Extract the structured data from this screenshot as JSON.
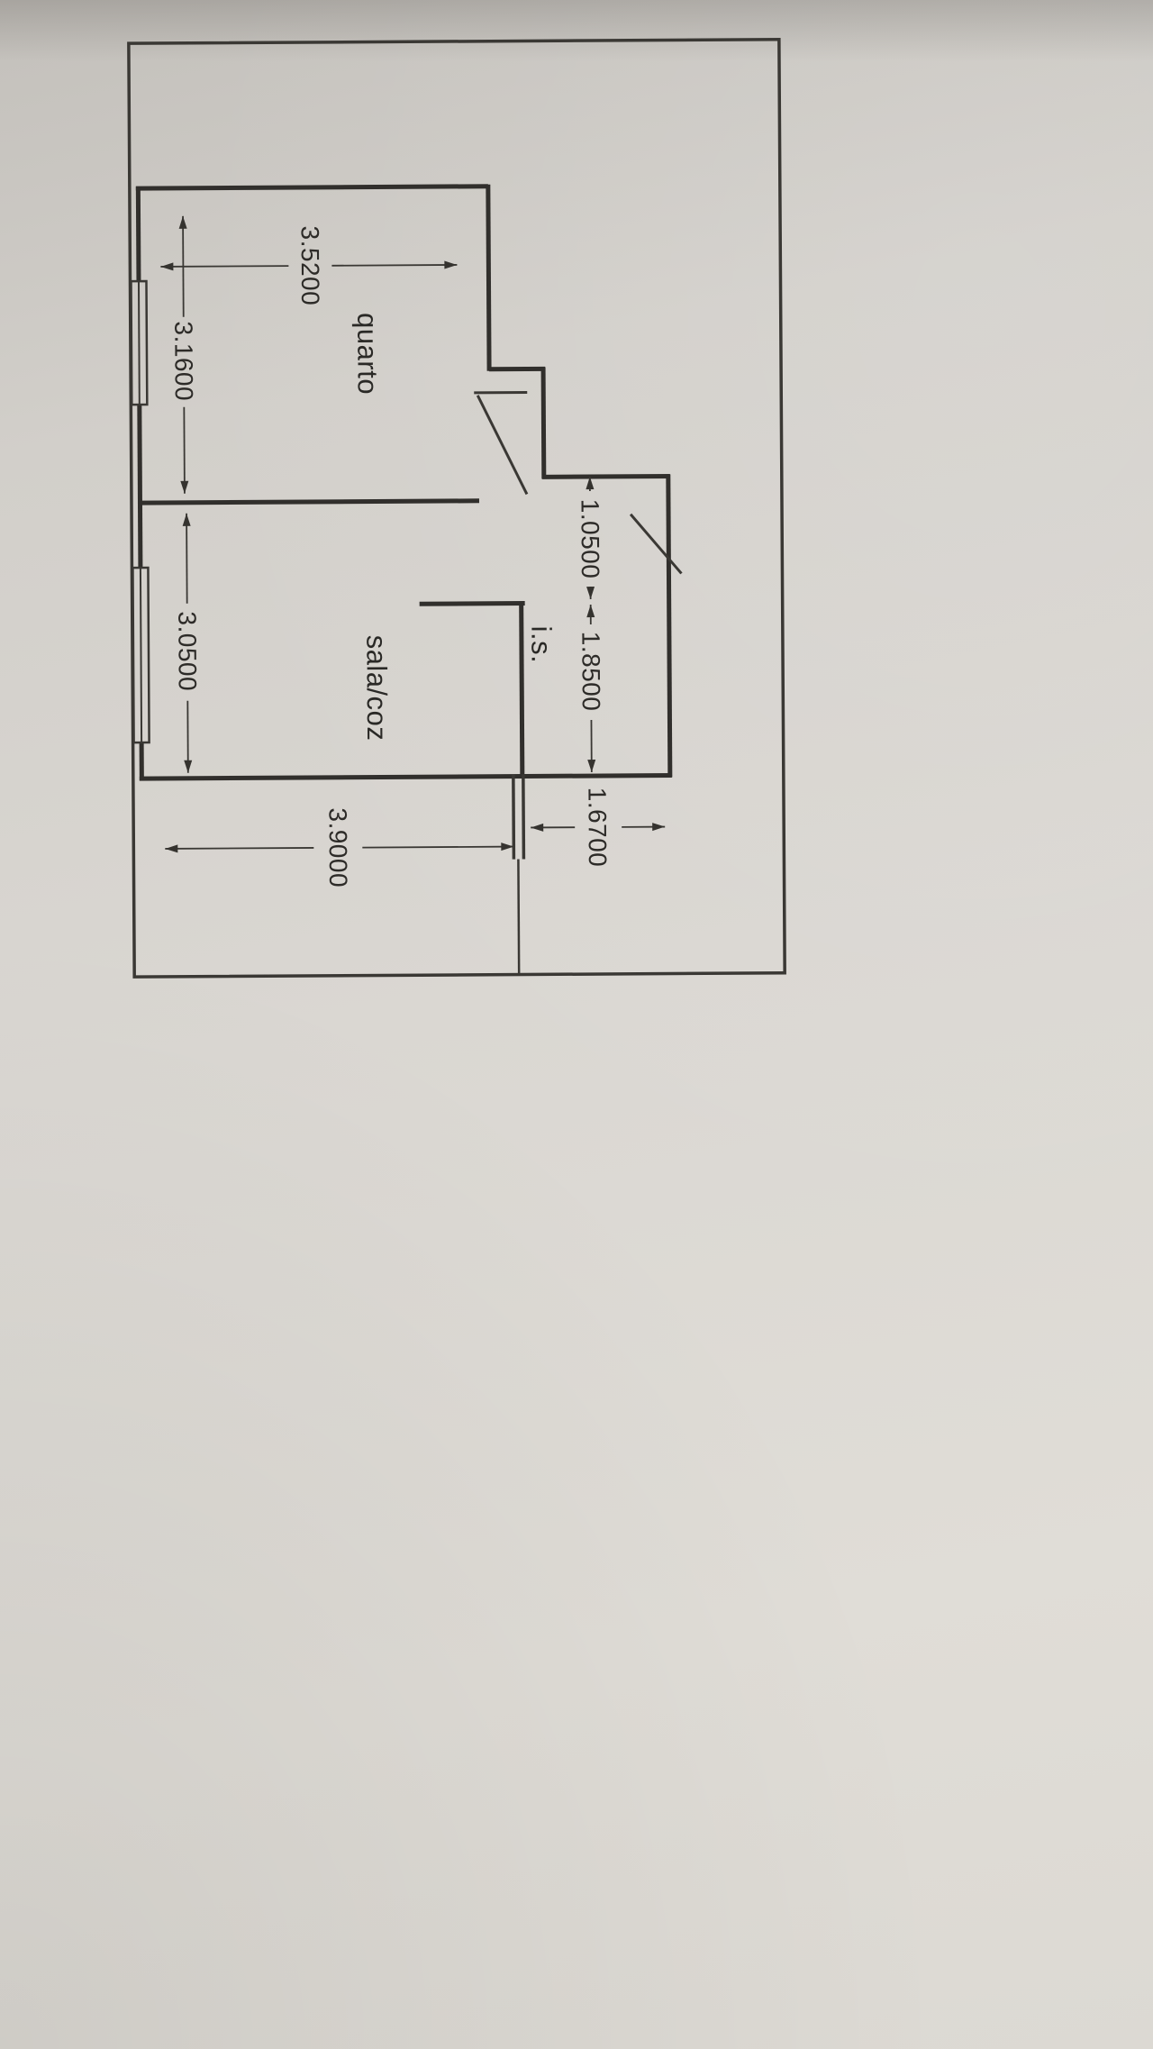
{
  "plan": {
    "room_labels": {
      "quarto": "quarto",
      "sala_coz": "sala/coz",
      "is": "i.s."
    },
    "dimensions": {
      "quarto_width": "3.5200",
      "quarto_depth": "3.1600",
      "sala_depth": "3.0500",
      "hall_width": "1.0500",
      "is_depth": "1.8500",
      "is_width": "1.6700",
      "sala_width": "3.9000"
    },
    "colors": {
      "paper": "#d8d5d0",
      "ink": "#312f2c"
    }
  }
}
